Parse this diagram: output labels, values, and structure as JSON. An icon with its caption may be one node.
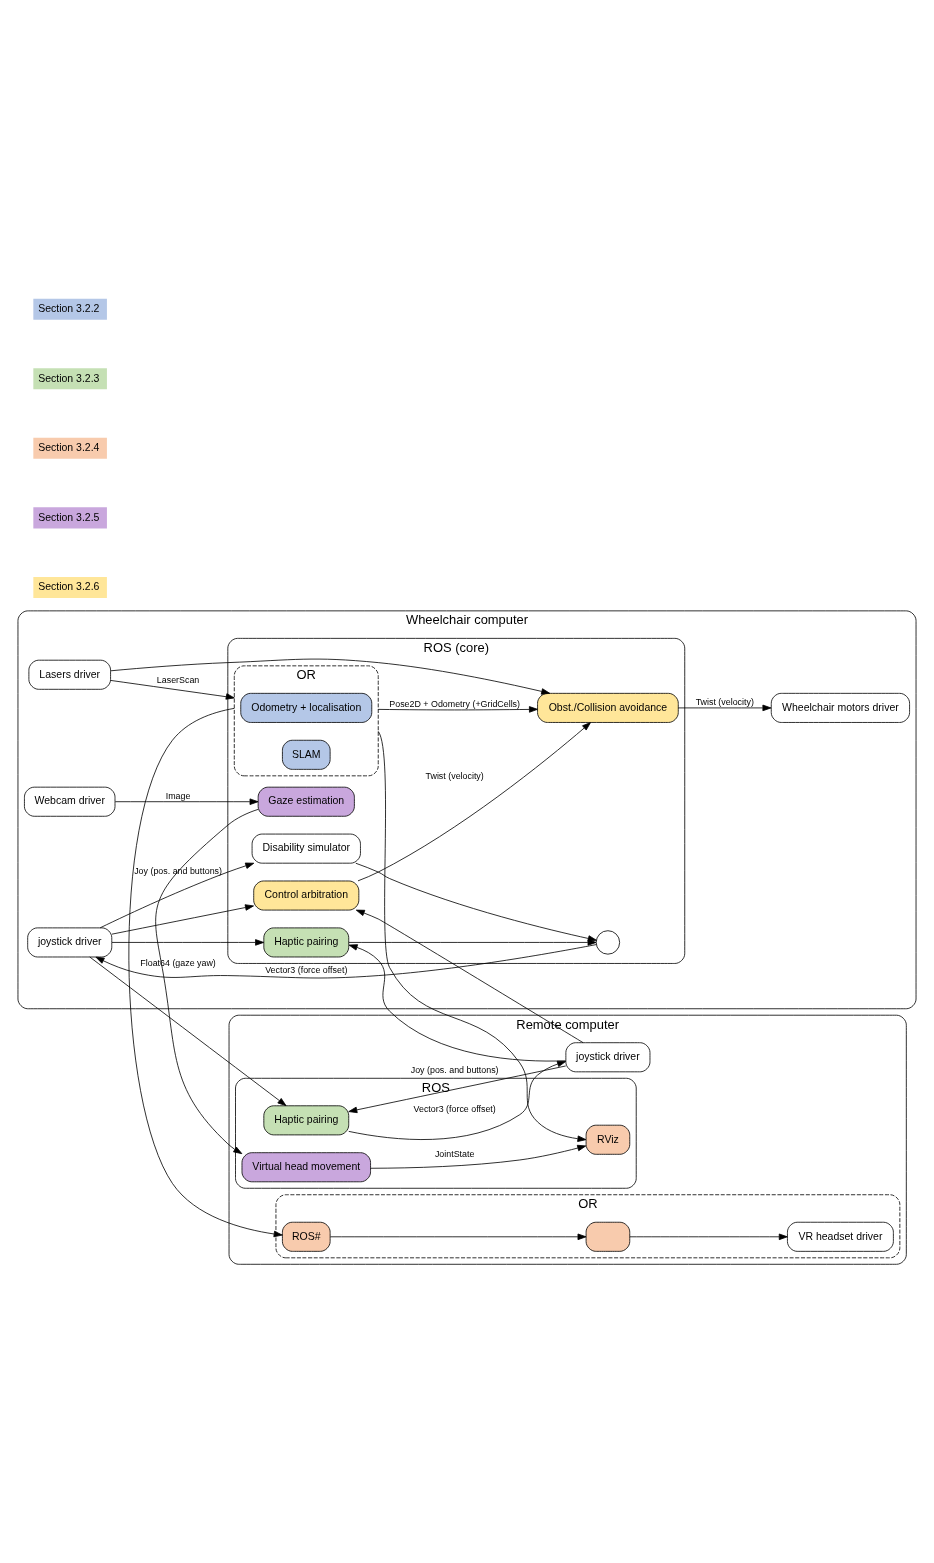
{
  "diagram": {
    "nodes": [
      {
        "text": [
          "Wheelchair computer"
        ]
      },
      {
        "text": [
          "ROS (core)"
        ],
        "in": 0
      },
      {
        "text": [
          "joystick driver"
        ],
        "in": 0
      },
      {
        "text": [
          "Lasers driver"
        ],
        "in": 0
      },
      {
        "text": [
          "Wheelchair motors driver"
        ],
        "in": 0
      },
      {
        "text": [
          "Webcam driver"
        ],
        "in": 0
      },
      {
        "text": [],
        "shape": "circle",
        "in": 1
      },
      {
        "text": [
          "Disability simulator"
        ],
        "in": 1
      },
      {
        "text": [
          "Haptic pairing"
        ],
        "in": 1
      },
      {
        "text": [
          "OR"
        ],
        "in": 1
      },
      {
        "text": [
          "Odometry + localisation"
        ],
        "in": 9
      },
      {
        "text": [
          "SLAM"
        ],
        "in": 9
      },
      {
        "text": [
          "Obst./Collision avoidance"
        ],
        "in": 1
      },
      {
        "text": [
          "Control arbitration"
        ],
        "in": 1
      },
      {
        "text": [
          "Gaze estimation"
        ],
        "in": 1
      },
      {
        "text": [
          "Remote computer"
        ]
      },
      {
        "text": [
          "ROS"
        ],
        "in": 15
      },
      {
        "text": [
          "Haptic pairing"
        ],
        "in": 16
      },
      {
        "text": [
          "Virtual head movement"
        ],
        "in": 16
      },
      {
        "text": [
          "RViz"
        ],
        "in": 16
      },
      {
        "text": [
          "OR"
        ],
        "in": 15
      },
      {
        "text": [
          "ROS#"
        ],
        "in": 20
      },
      {
        "text": [],
        "shape": "box",
        "in": 20
      },
      {
        "text": [
          "VR headset driver"
        ],
        "in": 20
      },
      {
        "text": [
          "joystick driver"
        ],
        "in": 15
      }
    ],
    "edges": [
      {
        "from": 2,
        "to": 7,
        "arrow": "to",
        "label": "Joy (pos. and buttons)"
      },
      {
        "from": 2,
        "to": 8,
        "arrow": "to"
      },
      {
        "from": 2,
        "to": 13,
        "arrow": "to"
      },
      {
        "from": 2,
        "to": 17,
        "arrow": "to"
      },
      {
        "from": 7,
        "to": 6,
        "arrow": "to"
      },
      {
        "from": 8,
        "to": 6,
        "arrow": "to"
      },
      {
        "from": 6,
        "to": 2,
        "arrow": "to",
        "label": "Vector3 (force offset)"
      },
      {
        "from": 24,
        "to": 17,
        "arrow": "to",
        "label": "Joy (pos. and buttons)"
      },
      {
        "from": 24,
        "to": 8,
        "arrow": "to"
      },
      {
        "from": 24,
        "to": 13,
        "arrow": "to"
      },
      {
        "from": 17,
        "to": 24,
        "arrow": "to",
        "label": "Vector3 (force offset)"
      },
      {
        "from": 3,
        "to": 9,
        "arrow": "to",
        "label": "LaserScan"
      },
      {
        "from": 3,
        "to": 12,
        "arrow": "to"
      },
      {
        "from": 9,
        "to": 12,
        "arrow": "to",
        "label": "Pose2D + Odometry (+GridCells)"
      },
      {
        "from": 9,
        "to": 21,
        "arrow": "to"
      },
      {
        "from": 9,
        "to": 19,
        "arrow": "to"
      },
      {
        "from": 13,
        "to": 12,
        "arrow": "to",
        "label": "Twist (velocity)"
      },
      {
        "from": 12,
        "to": 4,
        "arrow": "to",
        "label": "Twist (velocity)"
      },
      {
        "from": 5,
        "to": 14,
        "arrow": "to",
        "label": "Image"
      },
      {
        "from": 14,
        "to": 18,
        "arrow": "to",
        "label": "Float64 (gaze yaw)"
      },
      {
        "from": 18,
        "to": 19,
        "arrow": "to",
        "label": "JointState"
      },
      {
        "from": 21,
        "to": 22,
        "arrow": "to"
      },
      {
        "from": 22,
        "to": 23,
        "arrow": "to"
      }
    ],
    "legend": [
      {
        "text": "Section 3.2.2",
        "color": "#b4c7e7"
      },
      {
        "text": "Section 3.2.3",
        "color": "#c5e0b4"
      },
      {
        "text": "Section 3.2.4",
        "color": "#f8cbad"
      },
      {
        "text": "Section 3.2.5",
        "color": "#c9a7dd"
      },
      {
        "text": "Section 3.2.6",
        "color": "#ffe699"
      }
    ]
  }
}
